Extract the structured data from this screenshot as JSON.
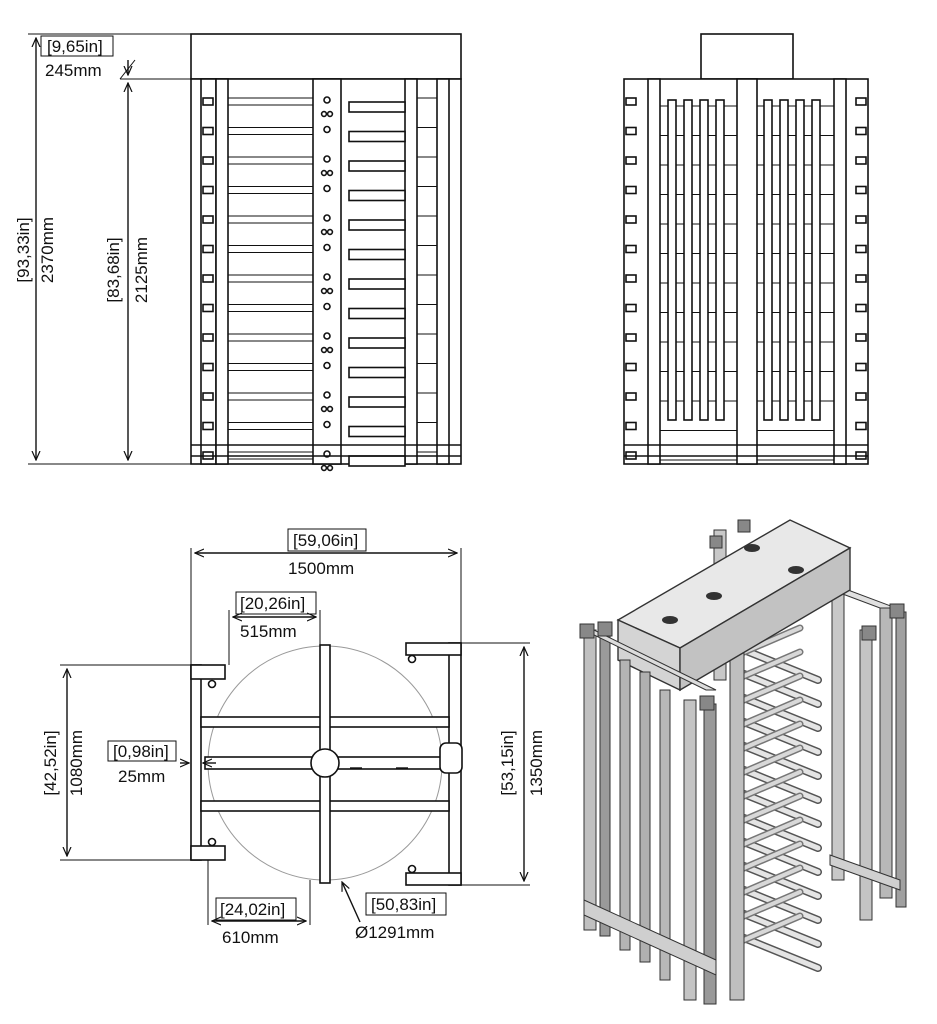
{
  "front_view": {
    "total_height_in": "[93,33in]",
    "total_height_mm": "2370mm",
    "frame_height_in": "[83,68in]",
    "frame_height_mm": "2125mm",
    "top_box_in": "[9,65in]",
    "top_box_mm": "245mm"
  },
  "top_view": {
    "overall_width_in": "[59,06in]",
    "overall_width_mm": "1500mm",
    "arm_offset_in": "[20,26in]",
    "arm_offset_mm": "515mm",
    "left_depth_in": "[42,52in]",
    "left_depth_mm": "1080mm",
    "gap_in": "[0,98in]",
    "gap_mm": "25mm",
    "right_depth_in": "[53,15in]",
    "right_depth_mm": "1350mm",
    "radius_in": "[24,02in]",
    "radius_mm": "610mm",
    "diameter_in": "[50,83in]",
    "diameter_mm": "Ø1291mm"
  }
}
